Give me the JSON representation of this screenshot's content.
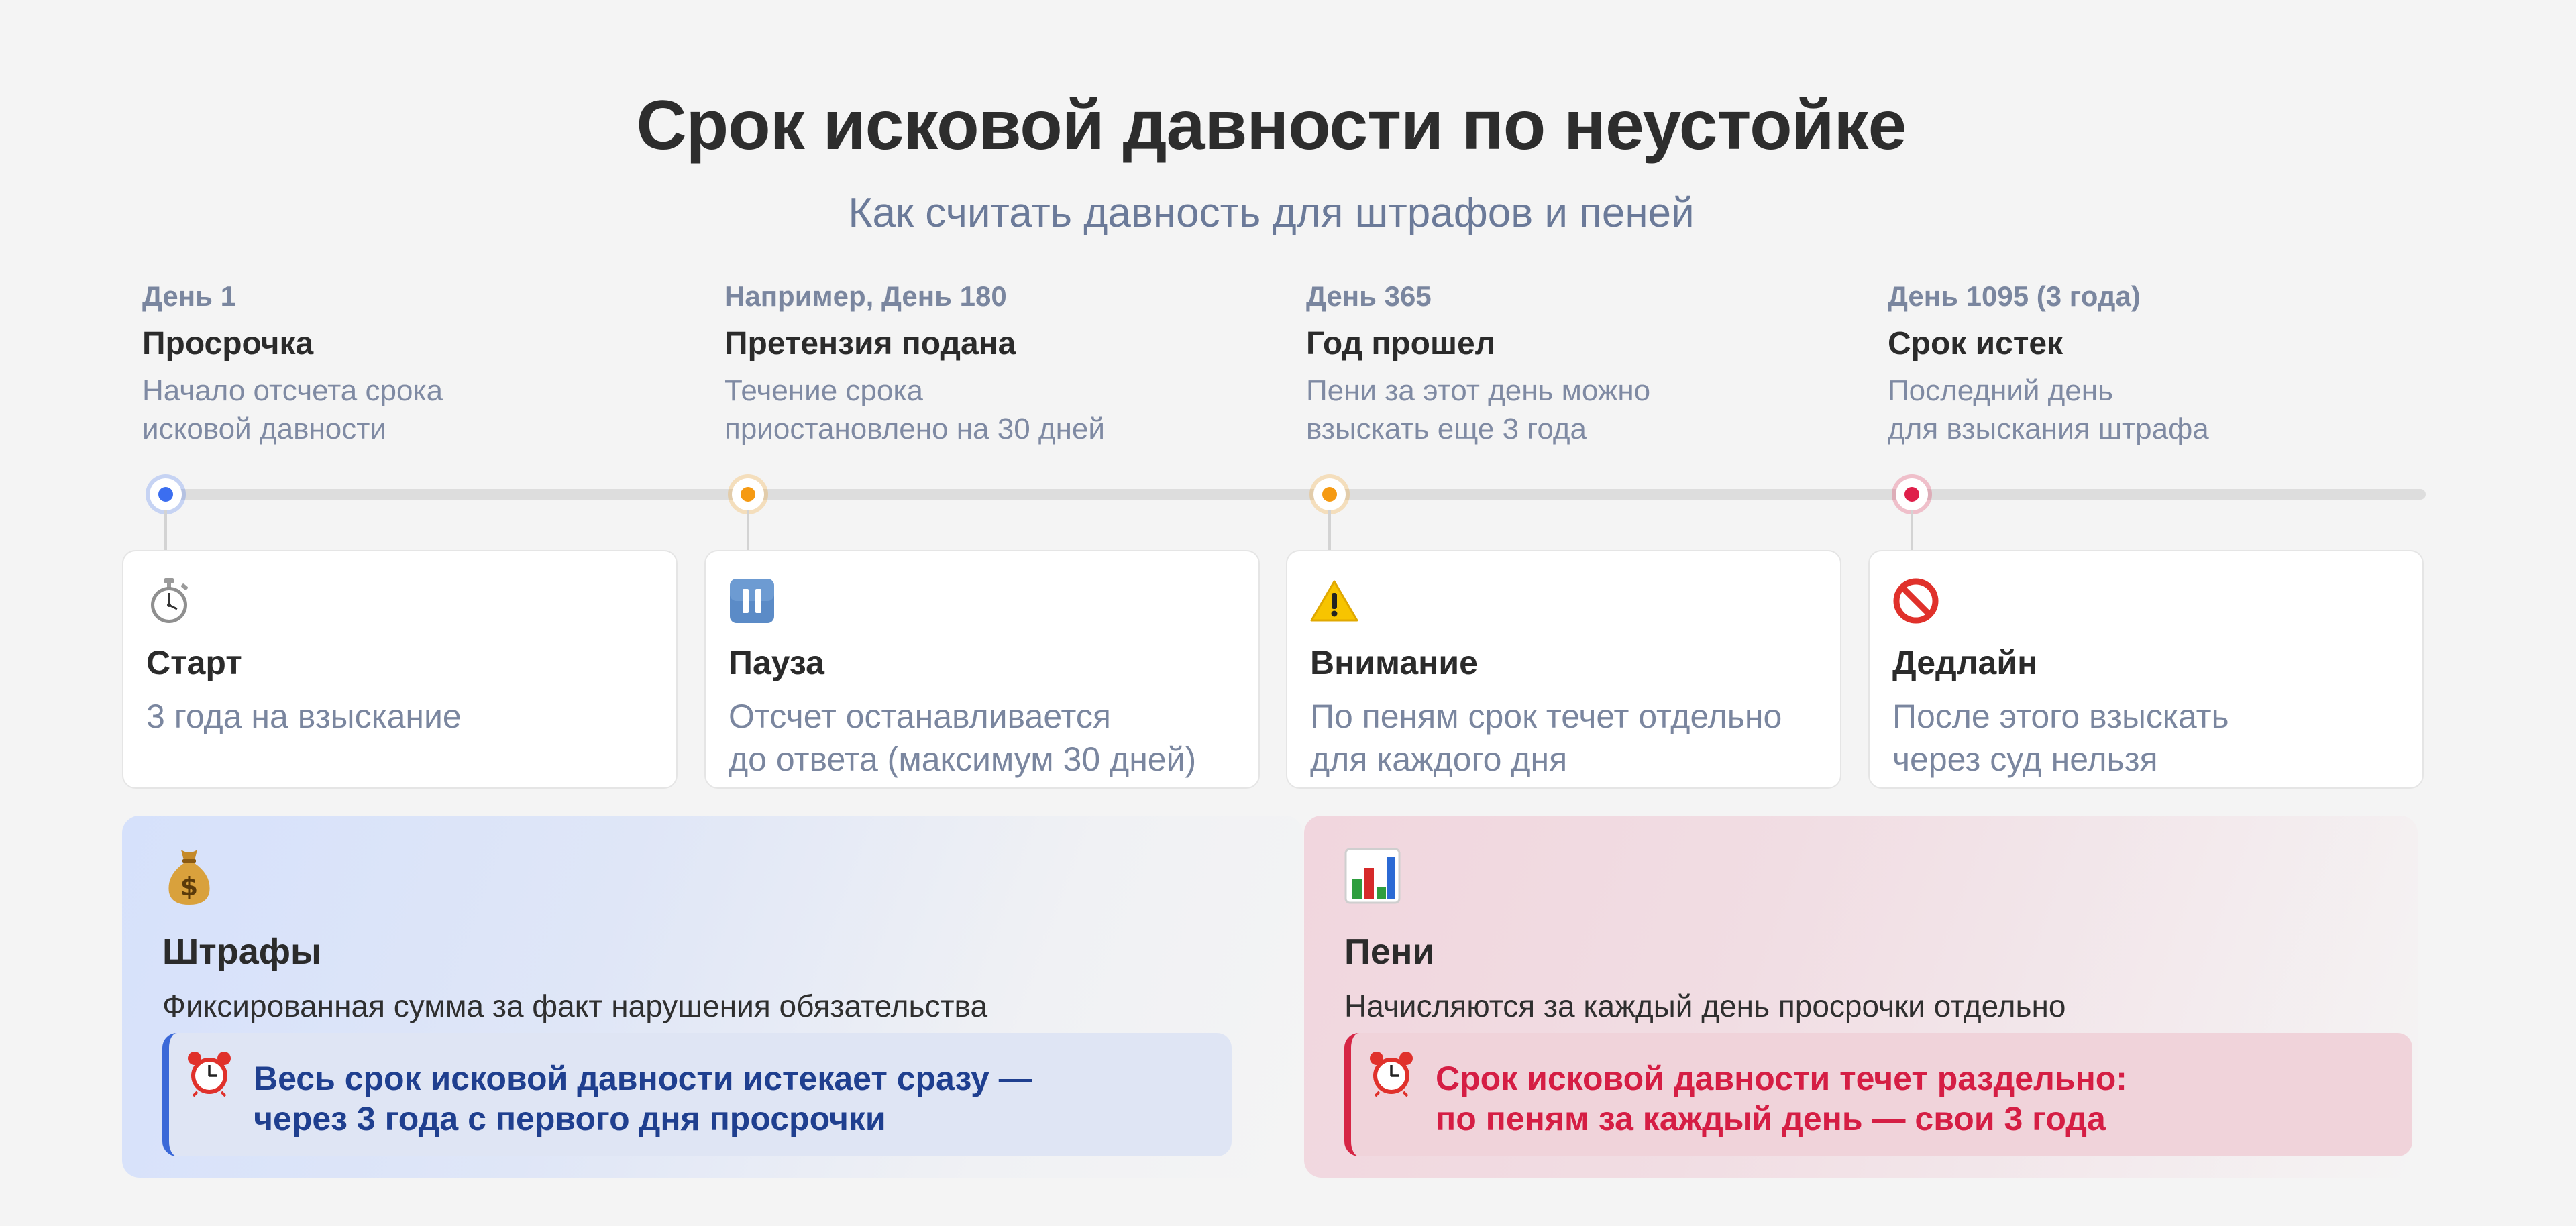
{
  "header": {
    "title": "Срок исковой давности по неустойке",
    "subtitle": "Как считать давность для штрафов и пеней"
  },
  "timeline": [
    {
      "day": "День 1",
      "name": "Просрочка",
      "desc": [
        "Начало отсчета срока",
        "исковой давности"
      ],
      "color": "#3b6ef0"
    },
    {
      "day": "Например, День 180",
      "name": "Претензия подана",
      "desc": [
        "Течение срока",
        "приостановлено на 30 дней"
      ],
      "color": "#f59a13"
    },
    {
      "day": "День 365",
      "name": "Год прошел",
      "desc": [
        "Пени за этот день можно",
        "взыскать еще 3 года"
      ],
      "color": "#f59a13"
    },
    {
      "day": "День 1095 (3 года)",
      "name": "Срок истек",
      "desc": [
        "Последний день",
        "для взыскания штрафа"
      ],
      "color": "#df1f4a"
    }
  ],
  "cards": [
    {
      "icon": "stopwatch-icon",
      "title": "Старт",
      "text": [
        "3 года на взыскание"
      ]
    },
    {
      "icon": "pause-icon",
      "title": "Пауза",
      "text": [
        "Отсчет останавливается",
        "до ответа (максимум 30 дней)"
      ]
    },
    {
      "icon": "warning-icon",
      "title": "Внимание",
      "text": [
        "По пеням срок течет отдельно",
        "для каждого дня"
      ]
    },
    {
      "icon": "prohibited-icon",
      "title": "Дедлайн",
      "text": [
        "После этого взыскать",
        "через суд нельзя"
      ]
    }
  ],
  "panels": {
    "fines": {
      "icon": "money-bag-icon",
      "title": "Штрафы",
      "text": "Фиксированная сумма за факт нарушения обязательства",
      "note_icon": "alarm-clock-icon",
      "note": [
        "Весь срок исковой давности истекает сразу —",
        "через 3 года с первого дня просрочки"
      ],
      "accent": "#3a68d8"
    },
    "penalties": {
      "icon": "bar-chart-icon",
      "title": "Пени",
      "text": "Начисляются за каждый день просрочки отдельно",
      "note_icon": "alarm-clock-icon",
      "note": [
        "Срок исковой давности течет раздельно:",
        "по пеням за каждый день — свои 3 года"
      ],
      "accent": "#d62545"
    }
  }
}
